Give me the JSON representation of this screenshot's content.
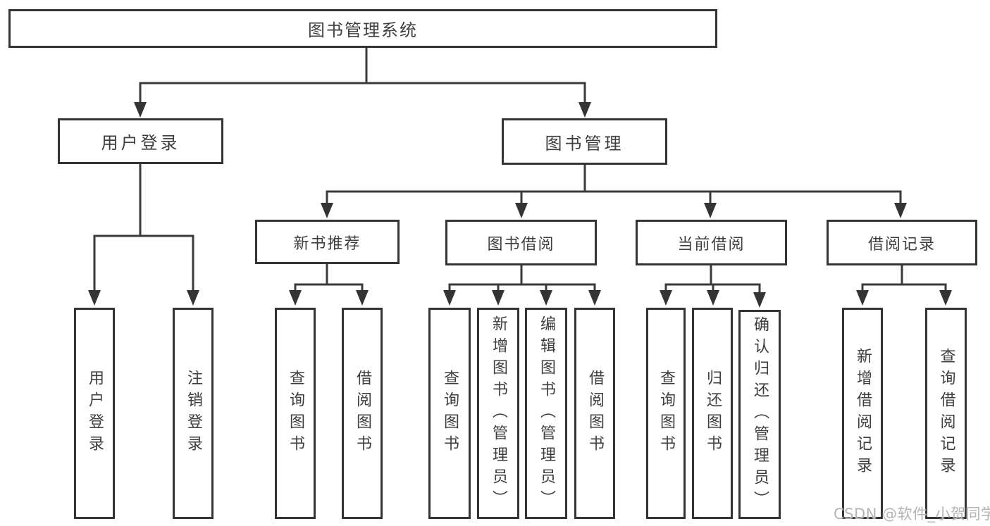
{
  "watermark": "CSDN @软件_小贺同学",
  "colors": {
    "line": "#3a3a3a",
    "box_border": "#343434",
    "text": "#3e3e3e",
    "watermark": "#b5b5b5",
    "background": "#ffffff"
  },
  "tree": {
    "root": "图书管理系统",
    "branches": [
      {
        "label": "用户登录",
        "children": [
          {
            "label": "用户登录"
          },
          {
            "label": "注销登录"
          }
        ]
      },
      {
        "label": "图书管理",
        "sections": [
          {
            "label": "新书推荐",
            "children": [
              {
                "label": "查询图书"
              },
              {
                "label": "借阅图书"
              }
            ]
          },
          {
            "label": "图书借阅",
            "children": [
              {
                "label": "查询图书"
              },
              {
                "label": "新增图书（管理员）"
              },
              {
                "label": "编辑图书（管理员）"
              },
              {
                "label": "借阅图书"
              }
            ]
          },
          {
            "label": "当前借阅",
            "children": [
              {
                "label": "查询图书"
              },
              {
                "label": "归还图书"
              },
              {
                "label": "确认归还（管理员）"
              }
            ]
          },
          {
            "label": "借阅记录",
            "children": [
              {
                "label": "新增借阅记录"
              },
              {
                "label": "查询借阅记录"
              }
            ]
          }
        ]
      }
    ]
  }
}
